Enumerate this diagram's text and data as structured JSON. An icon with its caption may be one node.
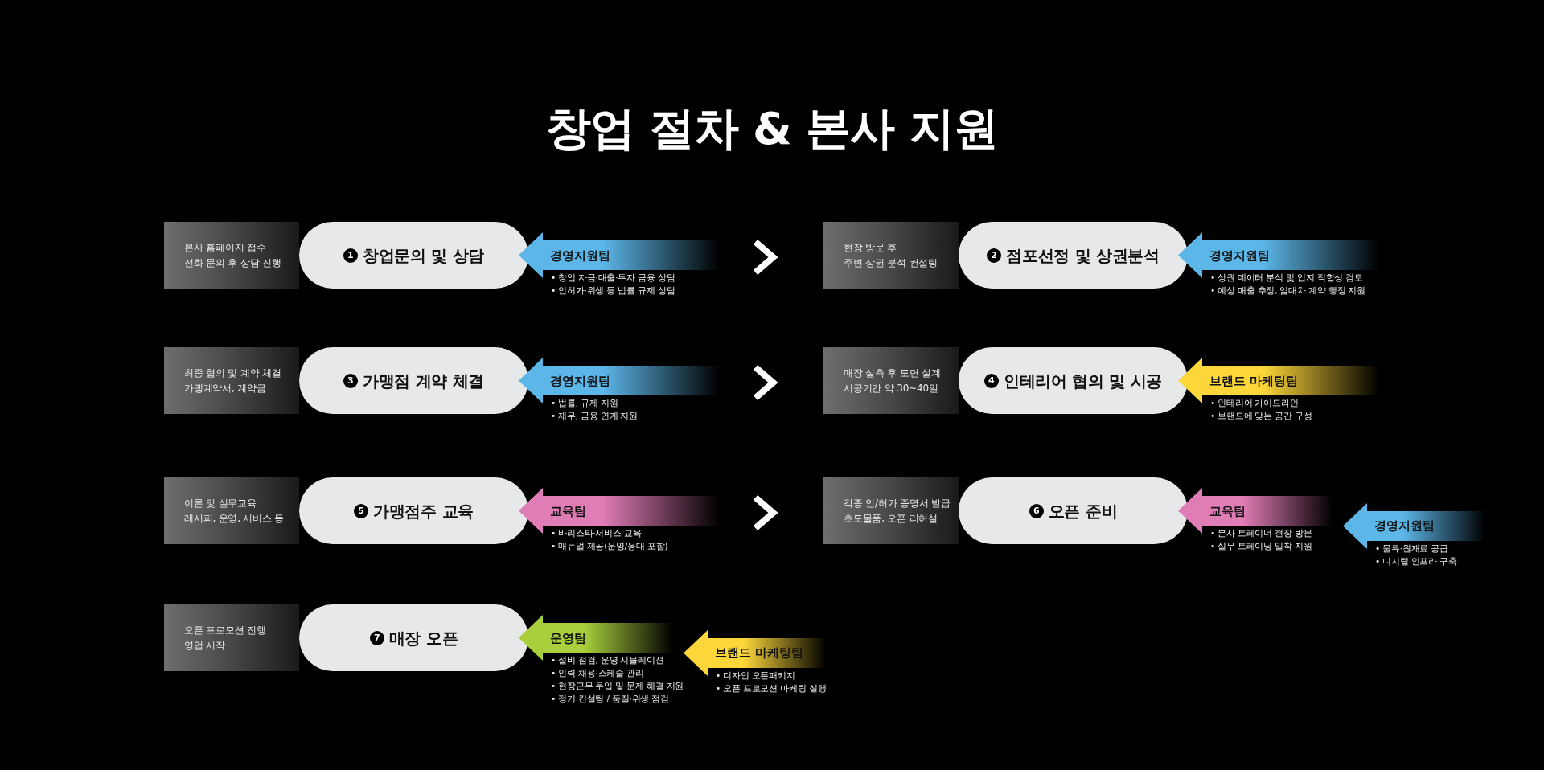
{
  "diagram": {
    "title": "창업 절차 & 본사 지원",
    "nodes": [
      {
        "text": [
          "본사 홈페이지 접수",
          "전화 문의 후 상담 진행"
        ]
      },
      {
        "text": [
          "1",
          "창업문의 및 상담"
        ]
      },
      {
        "text": [
          "경영지원팀"
        ],
        "beside": [
          "• 창업 자금·대출·투자 금융 상담",
          "• 인허가·위생 등 법률 규제 상담"
        ]
      },
      {
        "text": [
          "현장 방문 후",
          "주변 상권 분석 컨설팅"
        ]
      },
      {
        "text": [
          "2",
          "점포선정 및 상권분석"
        ]
      },
      {
        "text": [
          "경영지원팀"
        ],
        "beside": [
          "• 상권 데이터 분석 및 입지 적합성 검토",
          "• 예상 매출 추정, 임대차 계약 행정 지원"
        ]
      },
      {
        "text": [
          "최종 협의 및 계약 체결",
          "가맹계약서, 계약금"
        ]
      },
      {
        "text": [
          "3",
          "가맹점 계약 체결"
        ]
      },
      {
        "text": [
          "경영지원팀"
        ],
        "beside": [
          "• 법률, 규제 지원",
          "• 재무, 금융 연계 지원"
        ]
      },
      {
        "text": [
          "매장 실측 후 도면 설계",
          "시공기간 약 30~40일"
        ]
      },
      {
        "text": [
          "4",
          "인테리어 협의 및 시공"
        ]
      },
      {
        "text": [
          "브랜드 마케팅팀"
        ],
        "beside": [
          "• 인테리어 가이드라인",
          "• 브랜드에 맞는 공간 구성"
        ]
      },
      {
        "text": [
          "이론 및 실무교육",
          "레시피, 운영, 서비스 등"
        ]
      },
      {
        "text": [
          "5",
          "가맹점주 교육"
        ]
      },
      {
        "text": [
          "교육팀"
        ],
        "beside": [
          "• 바리스타·서비스 교육",
          "• 매뉴얼 제공(운영/응대 포함)"
        ]
      },
      {
        "text": [
          "각종 인/허가 증명서 발급",
          "초도물품, 오픈 리허설"
        ]
      },
      {
        "text": [
          "6",
          "오픈 준비"
        ]
      },
      {
        "text": [
          "교육팀"
        ],
        "beside": [
          "• 본사 트레이너 현장 방문",
          "• 실무 트레이닝 밀착 지원"
        ]
      },
      {
        "text": [
          "경영지원팀"
        ],
        "beside": [
          "• 물류·원재료 공급",
          "• 디지털 인프라 구축"
        ]
      },
      {
        "text": [
          "오픈 프로모션 진행",
          "영업 시작"
        ]
      },
      {
        "text": [
          "7",
          "매장 오픈"
        ]
      },
      {
        "text": [
          "운영팀"
        ],
        "beside": [
          "• 설비 점검, 운영 시뮬레이션",
          "• 인력 채용·스케줄 관리",
          "• 현장근무 투입 및 문제 해결 지원",
          "• 정기 컨설팅 / 품질·위생 점검"
        ]
      },
      {
        "text": [
          "브랜드 마케팅팀"
        ],
        "beside": [
          "• 디자인 오픈패키지",
          "• 오픈 프로모션 마케팅 실행"
        ]
      }
    ],
    "edges": [
      {
        "from": 2,
        "to": 3,
        "arrow": "to"
      },
      {
        "from": 8,
        "to": 9,
        "arrow": "to"
      },
      {
        "from": 14,
        "to": 15,
        "arrow": "to"
      }
    ]
  }
}
